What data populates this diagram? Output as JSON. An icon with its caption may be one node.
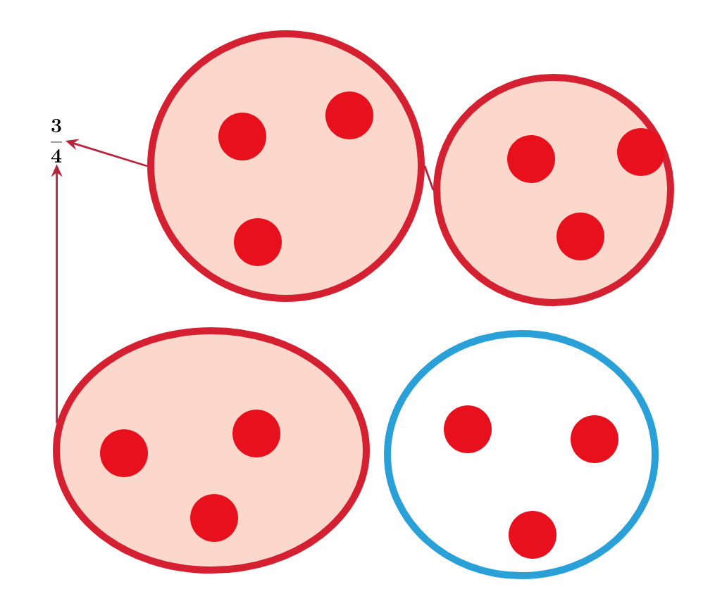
{
  "diagram": {
    "nodes": [
      {
        "text": [
          "\\frac{3}{4}"
        ]
      },
      {
        "text": [],
        "shape": "blob"
      },
      {
        "text": [],
        "shape": "blob"
      },
      {
        "text": [],
        "shape": "blob"
      },
      {
        "text": [],
        "shape": "blob"
      }
    ],
    "edges": [
      {
        "from": 2,
        "to": 1,
        "arrow": "none"
      },
      {
        "from": 1,
        "to": 0,
        "arrow": "to"
      },
      {
        "from": 3,
        "to": 0,
        "arrow": "to"
      }
    ]
  }
}
